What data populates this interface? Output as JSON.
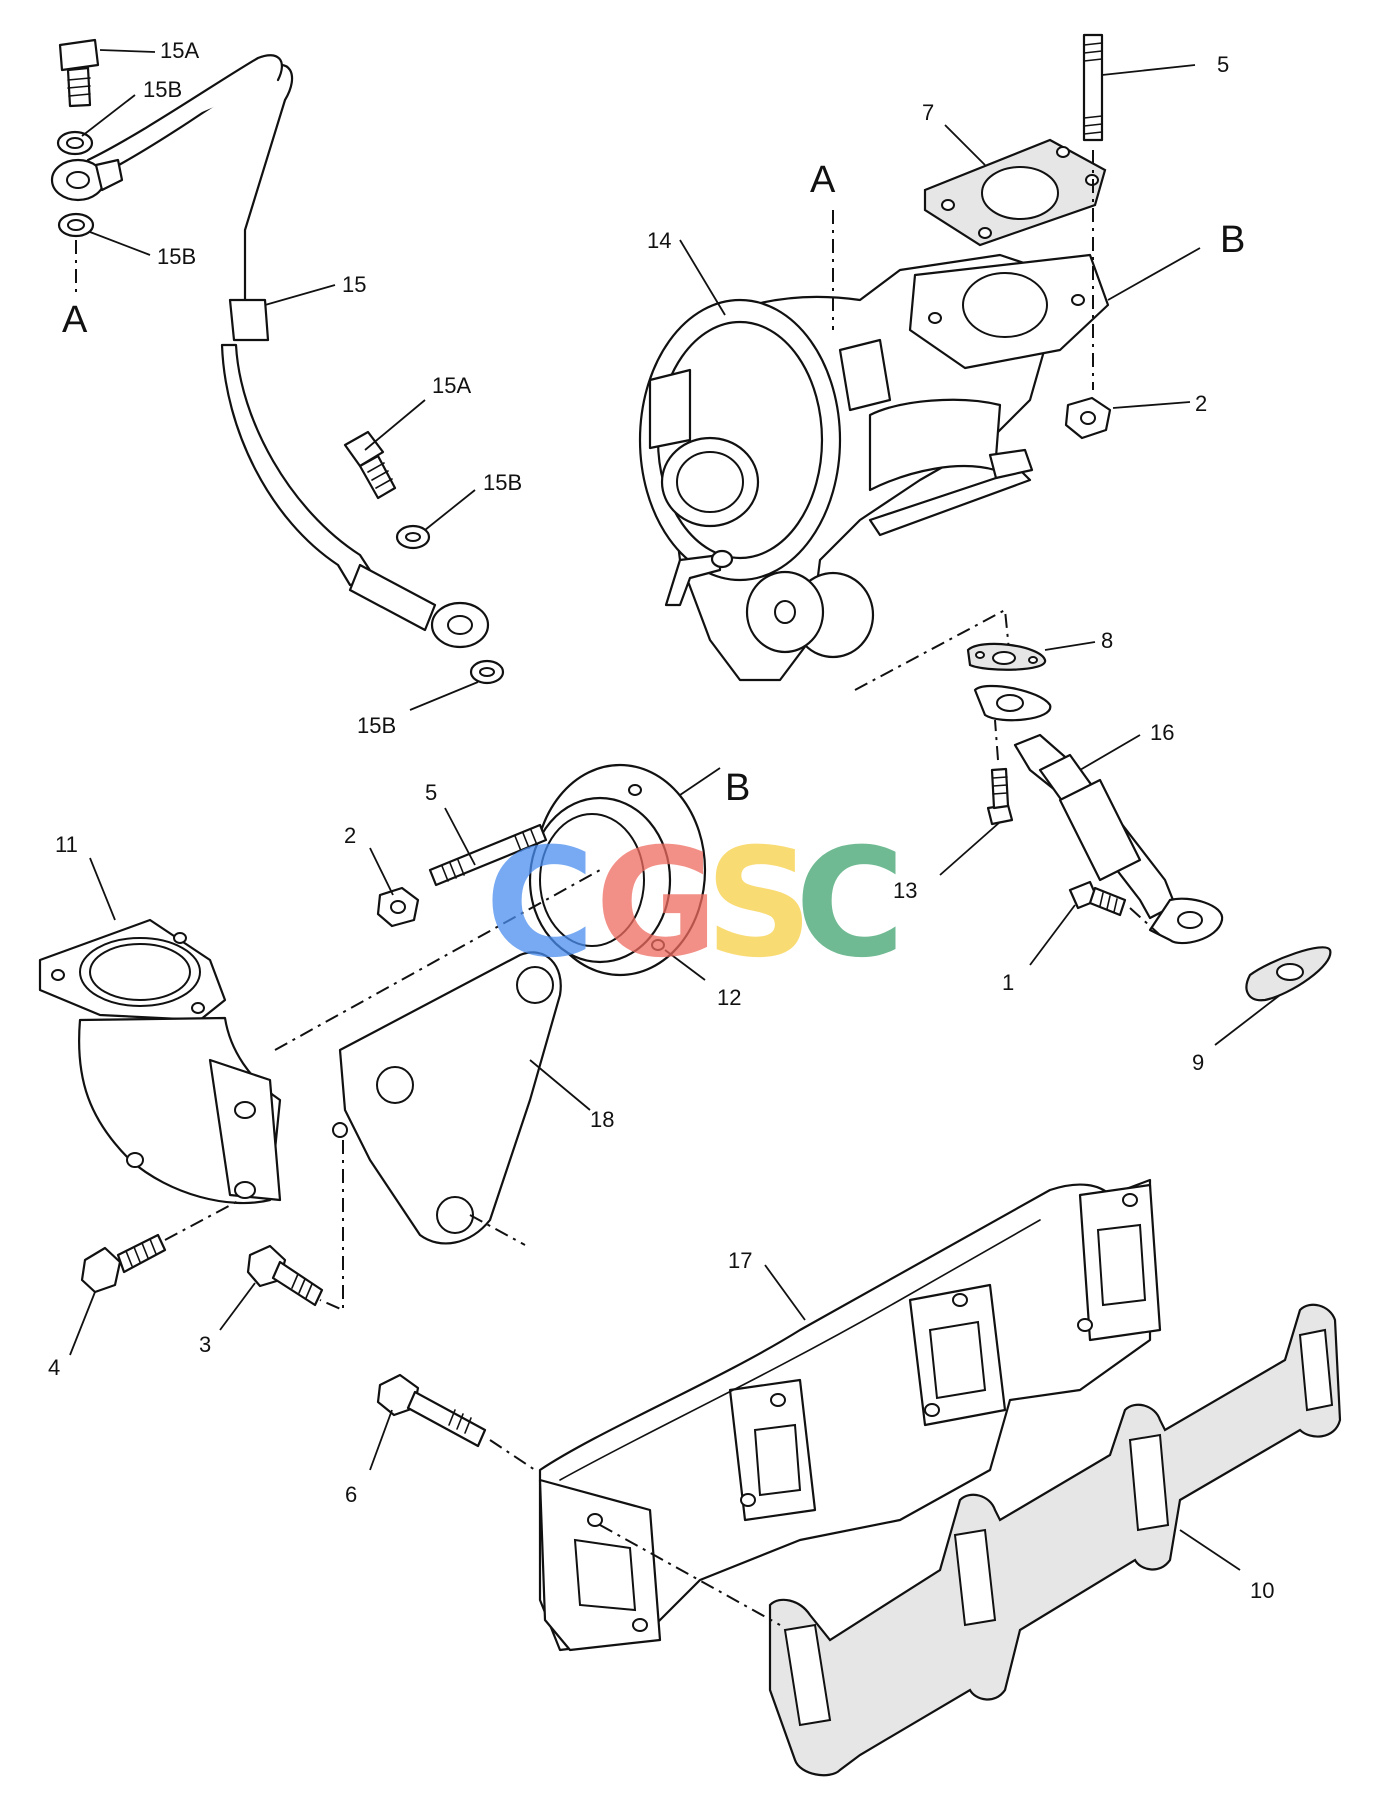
{
  "labels": {
    "p15A_top": "15A",
    "p15B_top1": "15B",
    "p15B_top2": "15B",
    "p15": "15",
    "p15A_mid": "15A",
    "p15B_mid": "15B",
    "p15B_bottom": "15B",
    "p5_top": "5",
    "p7": "7",
    "p14": "14",
    "p2_top": "2",
    "p8": "8",
    "p16": "16",
    "p13": "13",
    "p1": "1",
    "p9": "9",
    "p11": "11",
    "p2_mid": "2",
    "p5_mid": "5",
    "p12": "12",
    "p18": "18",
    "p4": "4",
    "p3": "3",
    "p17": "17",
    "p6": "6",
    "p10": "10"
  },
  "refs": {
    "A_left": "A",
    "A_top": "A",
    "B_top": "B",
    "B_mid": "B"
  },
  "watermark": {
    "letters": [
      "C",
      "G",
      "S",
      "C"
    ],
    "colors": [
      "#4a8ef0",
      "#ee6b5f",
      "#f8cf45",
      "#3fa36e"
    ]
  },
  "colors": {
    "line": "#111111",
    "gasket_fill": "#e6e6e6"
  }
}
